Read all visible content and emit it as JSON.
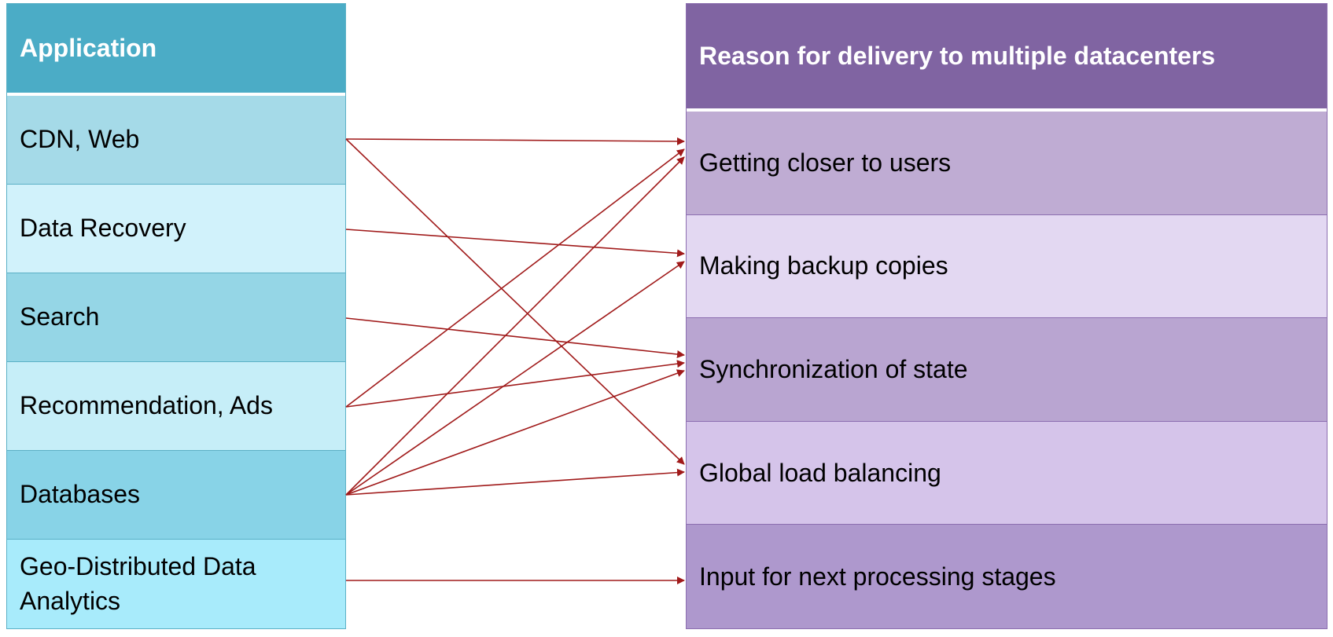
{
  "left": {
    "header": "Application",
    "rows": [
      {
        "label": "CDN, Web",
        "color": "#a5dae8"
      },
      {
        "label": "Data Recovery",
        "color": "#d1f2fb"
      },
      {
        "label": "Search",
        "color": "#95d6e6"
      },
      {
        "label": "Recommendation, Ads",
        "color": "#c6eef8"
      },
      {
        "label": "Databases",
        "color": "#88d3e7"
      },
      {
        "label": "Geo-Distributed Data Analytics",
        "color": "#a8ebfb"
      }
    ]
  },
  "right": {
    "header": "Reason for delivery to multiple datacenters",
    "rows": [
      {
        "label": "Getting closer to users",
        "color": "#bfacd3"
      },
      {
        "label": "Making backup copies",
        "color": "#e3d8f2"
      },
      {
        "label": "Synchronization of state",
        "color": "#b9a5d1"
      },
      {
        "label": "Global load balancing",
        "color": "#d5c4ea"
      },
      {
        "label": "Input for next processing stages",
        "color": "#ae98cd"
      }
    ]
  },
  "colors": {
    "left_header": "#4bacc6",
    "right_header": "#8064a2",
    "arrow": "#a01a1a"
  },
  "connections": [
    {
      "from": 0,
      "to": 0
    },
    {
      "from": 0,
      "to": 3
    },
    {
      "from": 1,
      "to": 1
    },
    {
      "from": 2,
      "to": 2
    },
    {
      "from": 3,
      "to": 0
    },
    {
      "from": 3,
      "to": 2
    },
    {
      "from": 4,
      "to": 0
    },
    {
      "from": 4,
      "to": 1
    },
    {
      "from": 4,
      "to": 2
    },
    {
      "from": 4,
      "to": 3
    },
    {
      "from": 5,
      "to": 4
    }
  ]
}
